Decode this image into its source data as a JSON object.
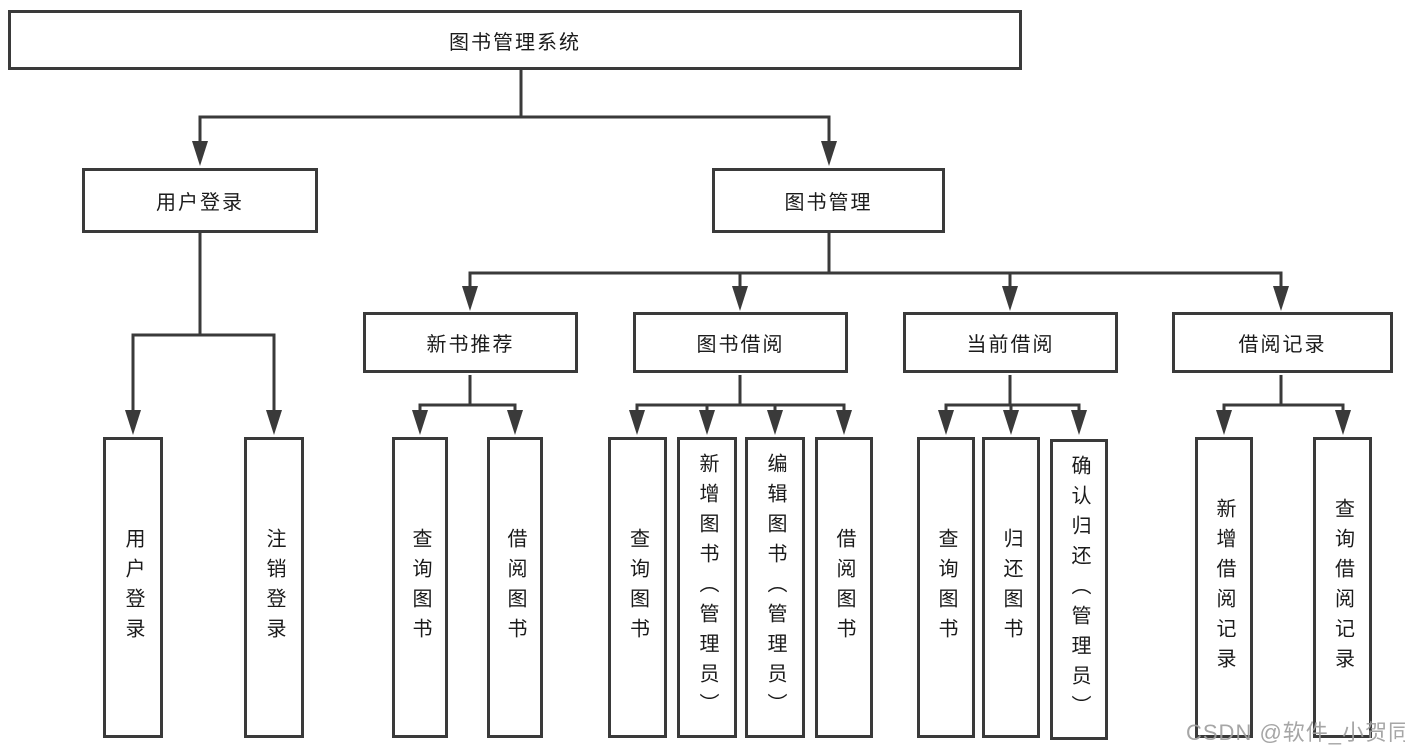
{
  "tree": {
    "root": {
      "label": "图书管理系统"
    },
    "branches": [
      {
        "label": "用户登录",
        "children": [
          {
            "label": "用户登录"
          },
          {
            "label": "注销登录"
          }
        ]
      },
      {
        "label": "图书管理",
        "children": [
          {
            "label": "新书推荐",
            "children": [
              {
                "label": "查询图书"
              },
              {
                "label": "借阅图书"
              }
            ]
          },
          {
            "label": "图书借阅",
            "children": [
              {
                "label": "查询图书"
              },
              {
                "label": "新增图书（管理员）"
              },
              {
                "label": "编辑图书（管理员）"
              },
              {
                "label": "借阅图书"
              }
            ]
          },
          {
            "label": "当前借阅",
            "children": [
              {
                "label": "查询图书"
              },
              {
                "label": "归还图书"
              },
              {
                "label": "确认归还（管理员）"
              }
            ]
          },
          {
            "label": "借阅记录",
            "children": [
              {
                "label": "新增借阅记录"
              },
              {
                "label": "查询借阅记录"
              }
            ]
          }
        ]
      }
    ]
  },
  "watermark": {
    "text": "CSDN @软件_小贺同学"
  },
  "colors": {
    "line": "#3a3a3a",
    "box_border": "#3a3a3a",
    "text": "#1b1b1b",
    "watermark": "#9e9e9e",
    "background": "#ffffff"
  }
}
